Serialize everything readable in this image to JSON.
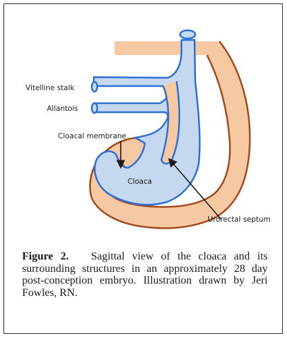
{
  "figure": {
    "labels": {
      "vitelline_stalk": "Vitelline stalk",
      "allantois": "Allantois",
      "cloacal_membrane": "Cloacal membrane",
      "cloaca": "Cloaca",
      "urorectal_septum": "Urorectal septum"
    },
    "colors": {
      "embryo_body": "#f7c9a3",
      "embryo_outline": "#a14a1c",
      "cloaca_fill": "#c6d8f0",
      "cloaca_outline": "#2e6fd6",
      "arrow": "#1a1a1a"
    }
  },
  "caption": {
    "label": "Figure 2.",
    "text": "Sagittal view of the cloaca and its surrounding structures in an approximately 28 day post-conception embryo. Illustration drawn by Jeri Fowles, RN."
  }
}
